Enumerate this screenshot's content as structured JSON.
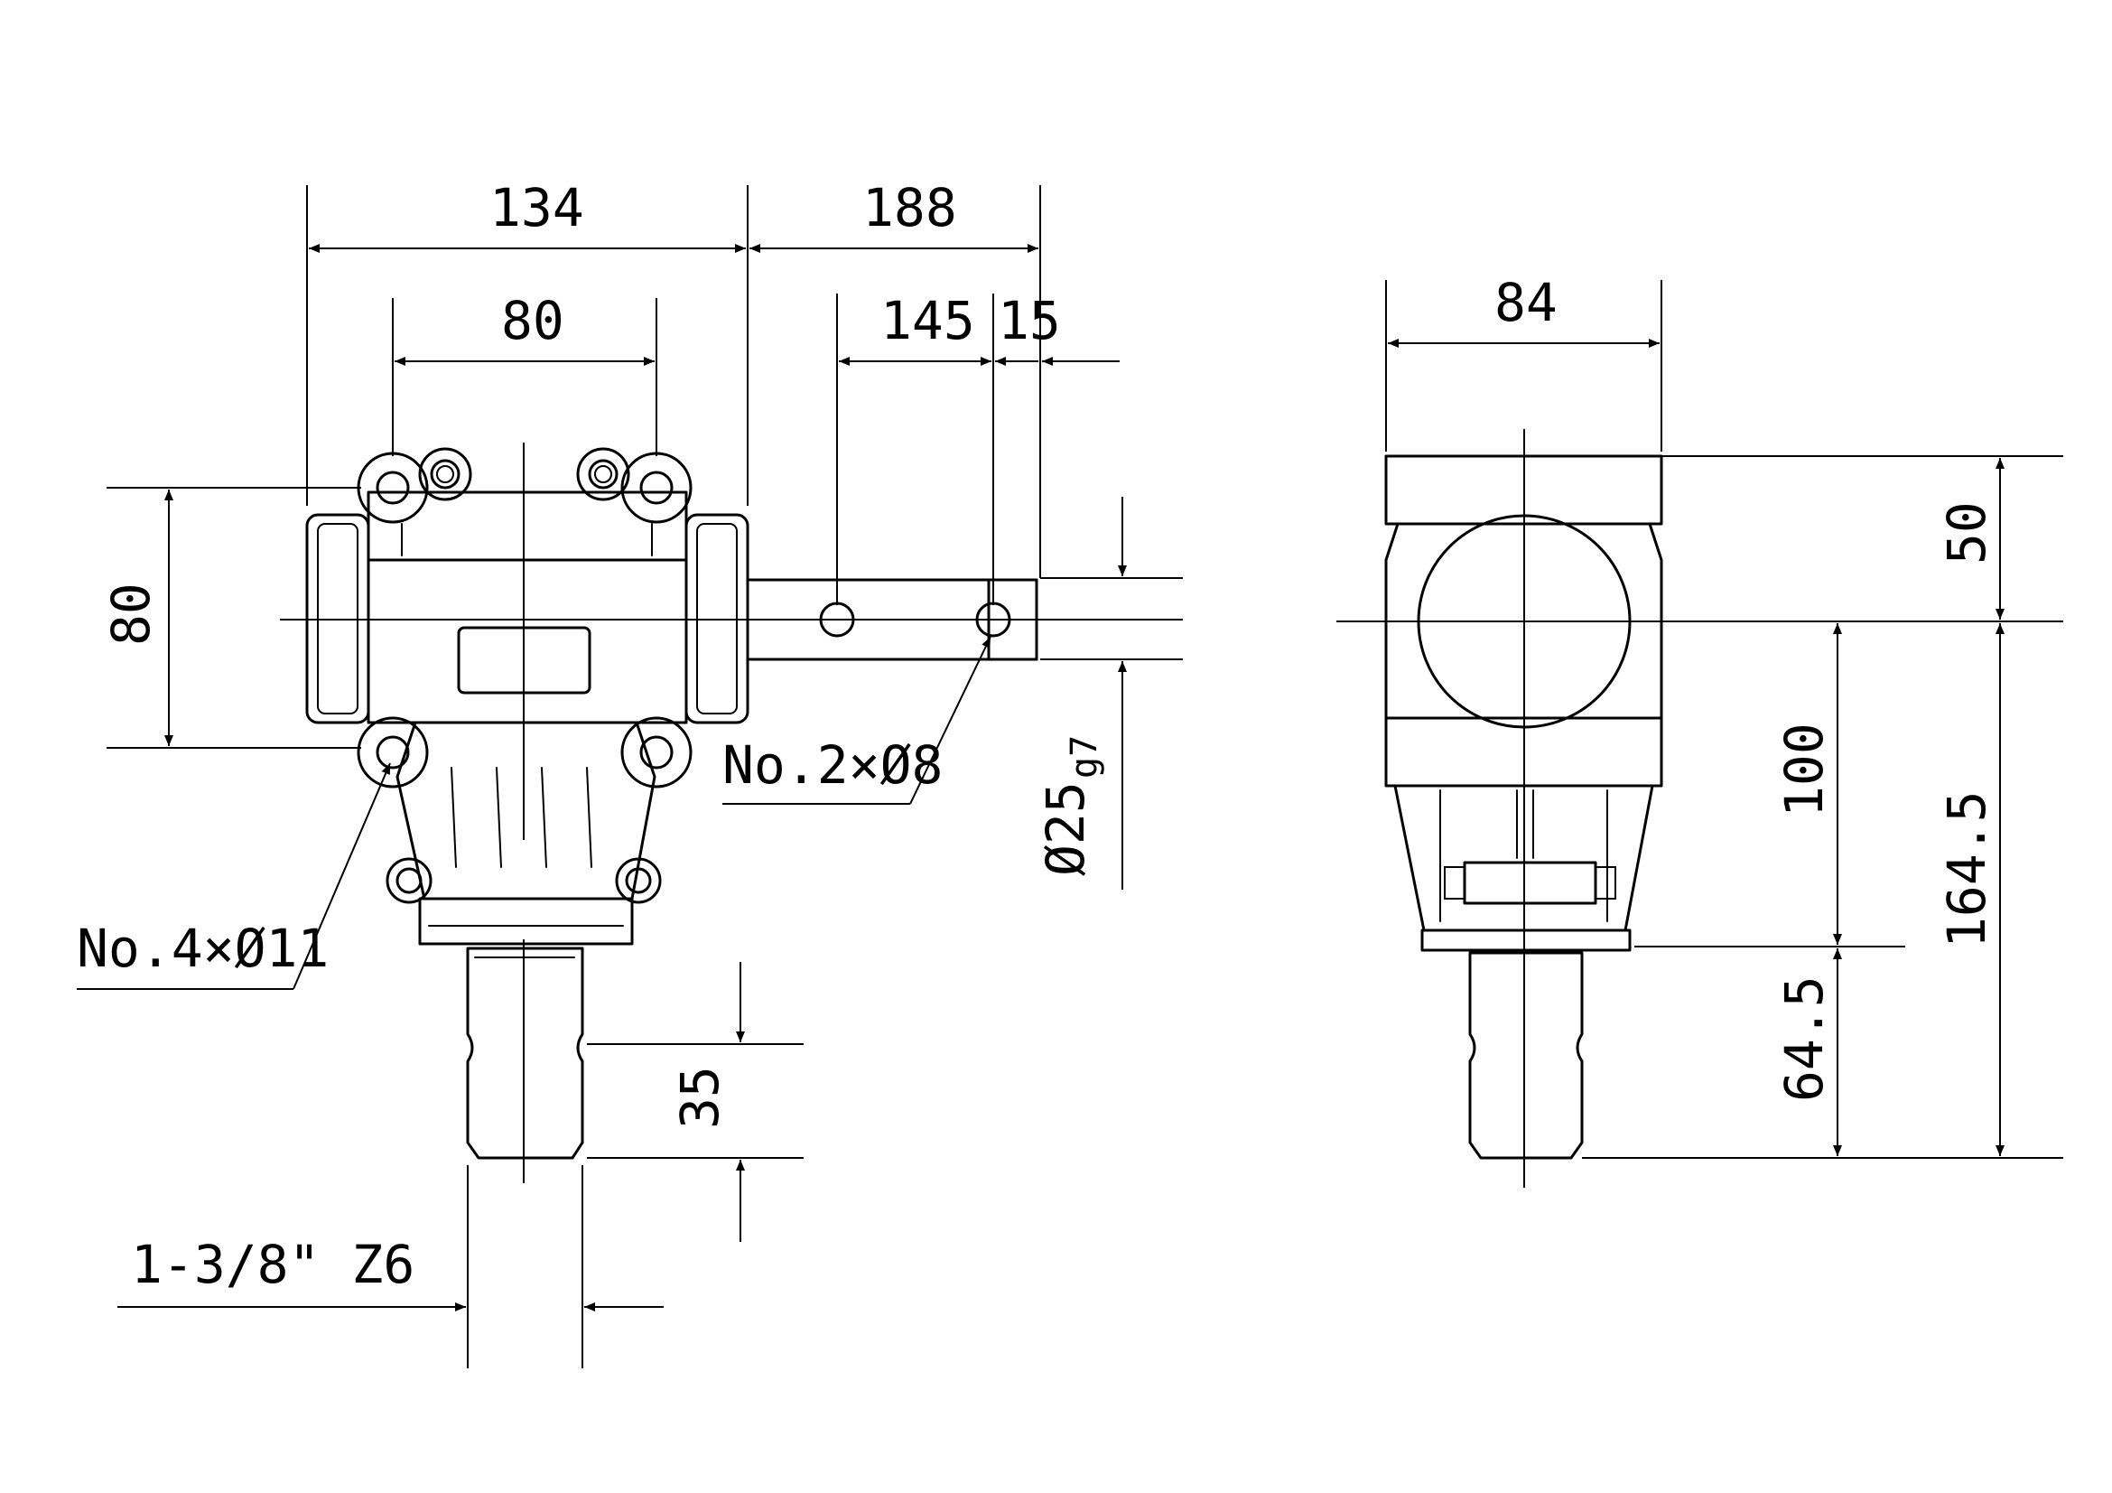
{
  "dimensions": {
    "d134": "134",
    "d188": "188",
    "d80_top": "80",
    "d145": "145",
    "d15": "15",
    "d80_left": "80",
    "d35": "35",
    "d84": "84",
    "d50": "50",
    "d100": "100",
    "d164_5": "164.5",
    "d64_5": "64.5"
  },
  "callouts": {
    "holes_small": "No.2×Ø8",
    "holes_large": "No.4×Ø11",
    "shaft_dia": "Ø25",
    "shaft_tol": "g7",
    "spline": "1-3/8\" Z6"
  },
  "colors": {
    "line": "#000000",
    "background": "#ffffff"
  }
}
